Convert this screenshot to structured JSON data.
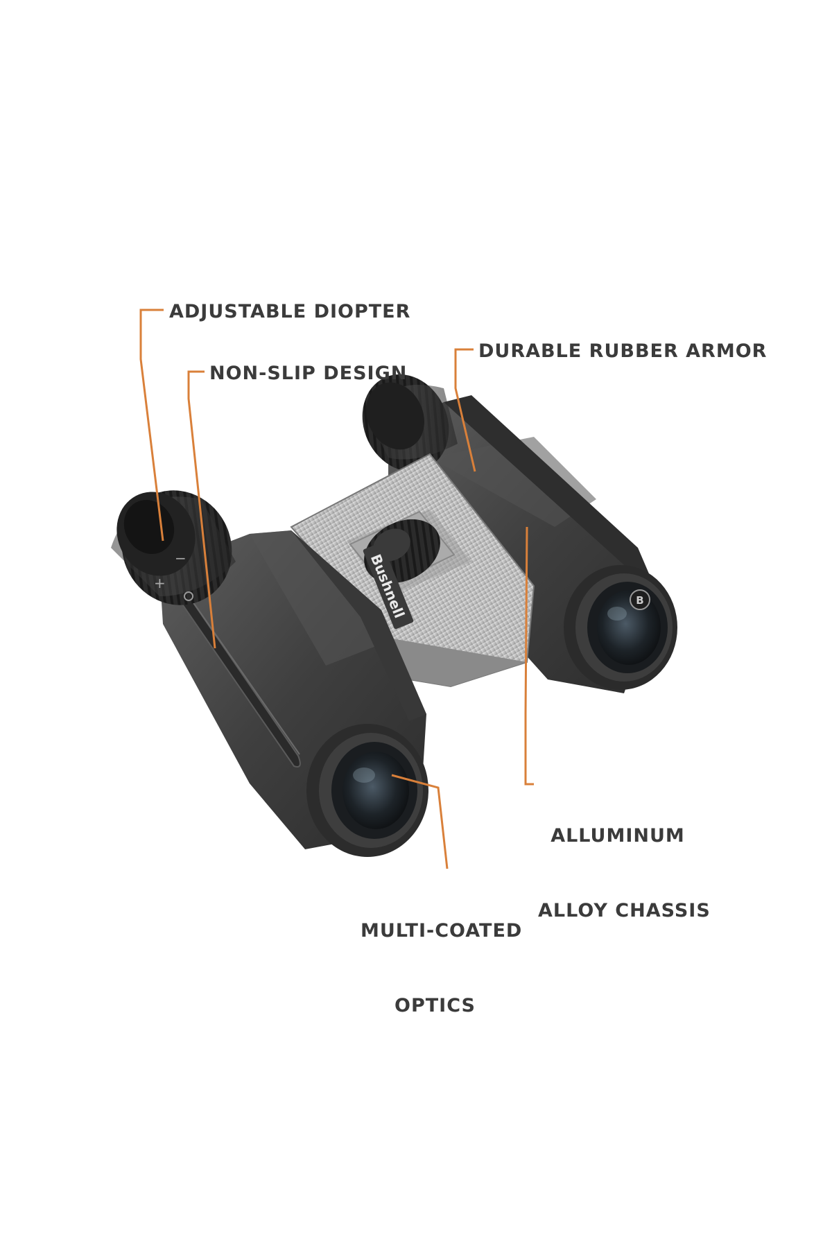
{
  "accent_color": "#d9803a",
  "label_color": "#3b3b3b",
  "product": {
    "brand_logo_text": "Bushnell",
    "diopter_marks": [
      "+",
      "−"
    ]
  },
  "callouts": {
    "diopter": "ADJUSTABLE DIOPTER",
    "nonslip": "NON-SLIP DESIGN",
    "armor": "DURABLE RUBBER ARMOR",
    "chassis_line1": "ALLUMINUM",
    "chassis_line2": "ALLOY CHASSIS",
    "optics_line1": "MULTI-COATED",
    "optics_line2": "OPTICS"
  }
}
